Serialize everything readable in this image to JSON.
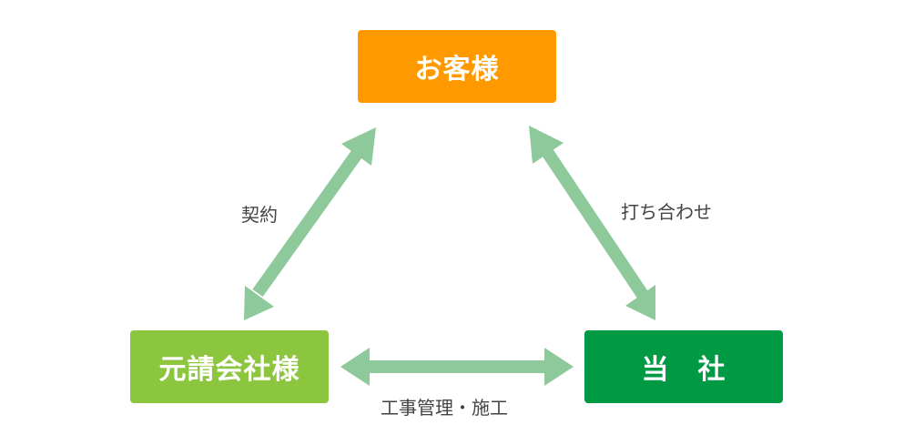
{
  "nodes": {
    "customer": {
      "label": "お客様",
      "color": "#ff9900"
    },
    "prime_contractor": {
      "label": "元請会社様",
      "color": "#8cc63f"
    },
    "our_company": {
      "label": "当　社",
      "color": "#009944"
    }
  },
  "edges": {
    "contract": {
      "label": "契約"
    },
    "meeting": {
      "label": "打ち合わせ"
    },
    "construction": {
      "label": "工事管理・施工"
    }
  },
  "arrow_color": "#8dc99b"
}
